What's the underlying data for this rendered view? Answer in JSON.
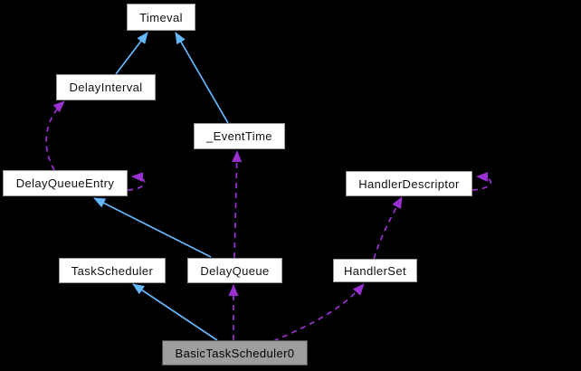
{
  "diagram": {
    "type": "class-collaboration-graph",
    "background": "#000000",
    "colors": {
      "inheritance_edge": "#63b8ff",
      "usage_edge": "#9b30d2",
      "node_fill": "#ffffff",
      "node_border": "#9a9a9a",
      "node_text": "#111111",
      "current_node_fill": "#9e9e9e",
      "current_node_border": "#4d4d4d"
    },
    "nodes": {
      "timeval": {
        "label": "Timeval"
      },
      "delay_interval": {
        "label": "DelayInterval"
      },
      "event_time": {
        "label": "_EventTime"
      },
      "delay_queue_entry": {
        "label": "DelayQueueEntry"
      },
      "handler_descriptor": {
        "label": "HandlerDescriptor"
      },
      "task_scheduler": {
        "label": "TaskScheduler"
      },
      "delay_queue": {
        "label": "DelayQueue"
      },
      "handler_set": {
        "label": "HandlerSet"
      },
      "basic_task_scheduler0": {
        "label": "BasicTaskScheduler0",
        "current": true
      }
    },
    "edges": [
      {
        "from": "DelayInterval",
        "to": "Timeval",
        "kind": "inheritance",
        "style": "solid"
      },
      {
        "from": "_EventTime",
        "to": "Timeval",
        "kind": "inheritance",
        "style": "solid"
      },
      {
        "from": "DelayQueue",
        "to": "DelayQueueEntry",
        "kind": "inheritance",
        "style": "solid"
      },
      {
        "from": "BasicTaskScheduler0",
        "to": "TaskScheduler",
        "kind": "inheritance",
        "style": "solid"
      },
      {
        "from": "DelayQueueEntry",
        "to": "DelayInterval",
        "kind": "usage",
        "style": "dashed"
      },
      {
        "from": "DelayQueueEntry",
        "to": "DelayQueueEntry",
        "kind": "usage-self-loop",
        "style": "dashed"
      },
      {
        "from": "DelayQueue",
        "to": "_EventTime",
        "kind": "usage",
        "style": "dashed"
      },
      {
        "from": "BasicTaskScheduler0",
        "to": "DelayQueue",
        "kind": "usage",
        "style": "dashed"
      },
      {
        "from": "BasicTaskScheduler0",
        "to": "HandlerSet",
        "kind": "usage",
        "style": "dashed"
      },
      {
        "from": "HandlerSet",
        "to": "HandlerDescriptor",
        "kind": "usage",
        "style": "dashed"
      },
      {
        "from": "HandlerDescriptor",
        "to": "HandlerDescriptor",
        "kind": "usage-self-loop",
        "style": "dashed"
      }
    ]
  }
}
